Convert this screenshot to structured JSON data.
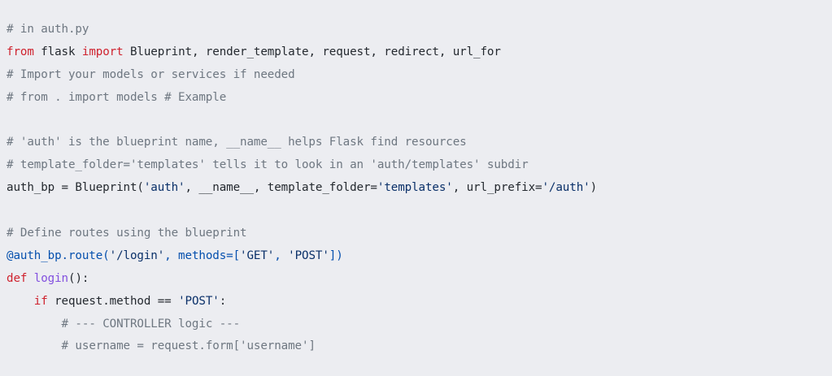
{
  "code": {
    "language": "python",
    "lines": [
      [
        {
          "t": "comment",
          "v": "# in auth.py"
        }
      ],
      [
        {
          "t": "keyword",
          "v": "from"
        },
        {
          "t": "plain",
          "v": " flask "
        },
        {
          "t": "keyword",
          "v": "import"
        },
        {
          "t": "plain",
          "v": " Blueprint, render_template, request, redirect, url_for"
        }
      ],
      [
        {
          "t": "comment",
          "v": "# Import your models or services if needed"
        }
      ],
      [
        {
          "t": "comment",
          "v": "# from . import models # Example"
        }
      ],
      [],
      [
        {
          "t": "comment",
          "v": "# 'auth' is the blueprint name, __name__ helps Flask find resources"
        }
      ],
      [
        {
          "t": "comment",
          "v": "# template_folder='templates' tells it to look in an 'auth/templates' subdir"
        }
      ],
      [
        {
          "t": "plain",
          "v": "auth_bp = Blueprint("
        },
        {
          "t": "string",
          "v": "'auth'"
        },
        {
          "t": "plain",
          "v": ", __name__, template_folder="
        },
        {
          "t": "string",
          "v": "'templates'"
        },
        {
          "t": "plain",
          "v": ", url_prefix="
        },
        {
          "t": "string",
          "v": "'/auth'"
        },
        {
          "t": "plain",
          "v": ")"
        }
      ],
      [],
      [
        {
          "t": "comment",
          "v": "# Define routes using the blueprint"
        }
      ],
      [
        {
          "t": "decorator",
          "v": "@auth_bp.route("
        },
        {
          "t": "string",
          "v": "'/login'"
        },
        {
          "t": "decorator",
          "v": ", methods=["
        },
        {
          "t": "string",
          "v": "'GET'"
        },
        {
          "t": "decorator",
          "v": ", "
        },
        {
          "t": "string",
          "v": "'POST'"
        },
        {
          "t": "decorator",
          "v": "])"
        }
      ],
      [
        {
          "t": "keyword",
          "v": "def"
        },
        {
          "t": "plain",
          "v": " "
        },
        {
          "t": "func",
          "v": "login"
        },
        {
          "t": "plain",
          "v": "():"
        }
      ],
      [
        {
          "t": "plain",
          "v": "    "
        },
        {
          "t": "keyword",
          "v": "if"
        },
        {
          "t": "plain",
          "v": " request.method == "
        },
        {
          "t": "string",
          "v": "'POST'"
        },
        {
          "t": "plain",
          "v": ":"
        }
      ],
      [
        {
          "t": "plain",
          "v": "        "
        },
        {
          "t": "comment",
          "v": "# --- CONTROLLER logic ---"
        }
      ],
      [
        {
          "t": "plain",
          "v": "        "
        },
        {
          "t": "comment",
          "v": "# username = request.form['username']"
        }
      ]
    ]
  },
  "colors": {
    "background": "#ecedf1",
    "comment": "#6e7781",
    "keyword": "#cf222e",
    "string": "#0a3069",
    "function": "#8250df",
    "decorator": "#0550ae",
    "plain": "#24292f"
  }
}
